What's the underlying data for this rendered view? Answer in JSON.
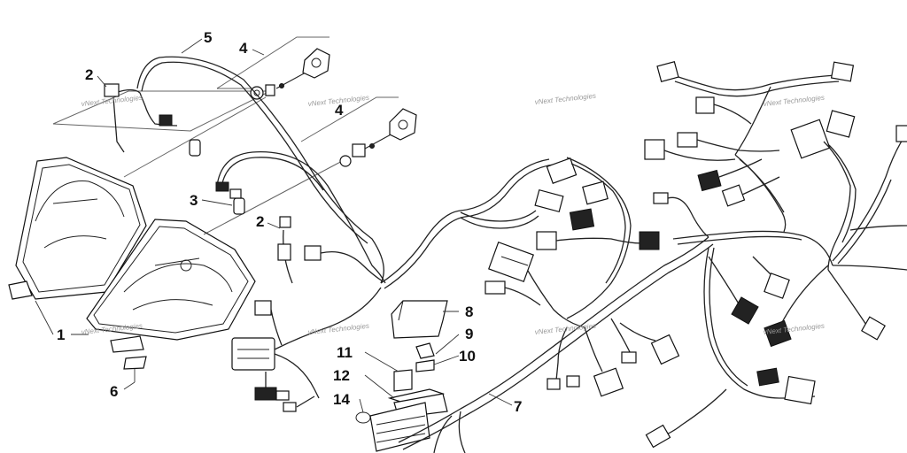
{
  "diagram": {
    "callouts": [
      {
        "id": "1",
        "label": "1"
      },
      {
        "id": "2a",
        "label": "2"
      },
      {
        "id": "2b",
        "label": "2"
      },
      {
        "id": "3",
        "label": "3"
      },
      {
        "id": "4a",
        "label": "4"
      },
      {
        "id": "4b",
        "label": "4"
      },
      {
        "id": "5",
        "label": "5"
      },
      {
        "id": "6",
        "label": "6"
      },
      {
        "id": "7",
        "label": "7"
      },
      {
        "id": "8",
        "label": "8"
      },
      {
        "id": "9",
        "label": "9"
      },
      {
        "id": "10",
        "label": "10"
      },
      {
        "id": "11",
        "label": "11"
      },
      {
        "id": "12",
        "label": "12"
      },
      {
        "id": "14",
        "label": "14"
      }
    ],
    "watermark_text": "vNext Technologies"
  }
}
